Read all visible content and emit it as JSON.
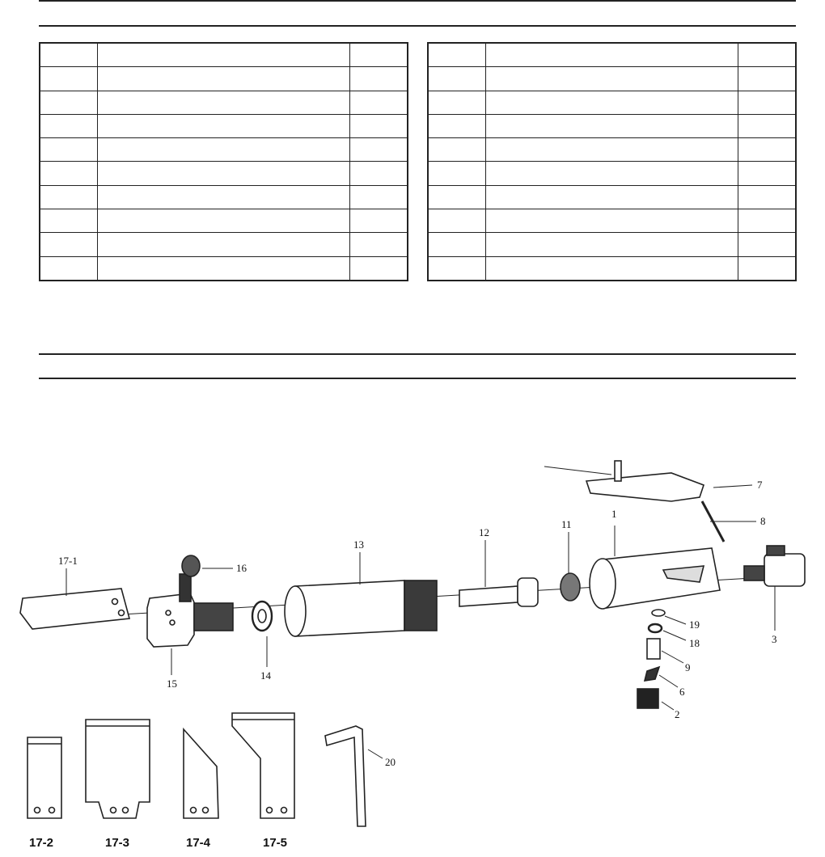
{
  "table_rows": 10,
  "callouts": {
    "c1": "1",
    "c2": "2",
    "c3": "3",
    "c6": "6",
    "c7": "7",
    "c8": "8",
    "c9": "9",
    "c11": "11",
    "c12": "12",
    "c13": "13",
    "c14": "14",
    "c15": "15",
    "c16": "16",
    "c17_1": "17-1",
    "c18": "18",
    "c19": "19",
    "c20": "20"
  },
  "blade_variants": {
    "b2": "17-2",
    "b3": "17-3",
    "b4": "17-4",
    "b5": "17-5"
  }
}
